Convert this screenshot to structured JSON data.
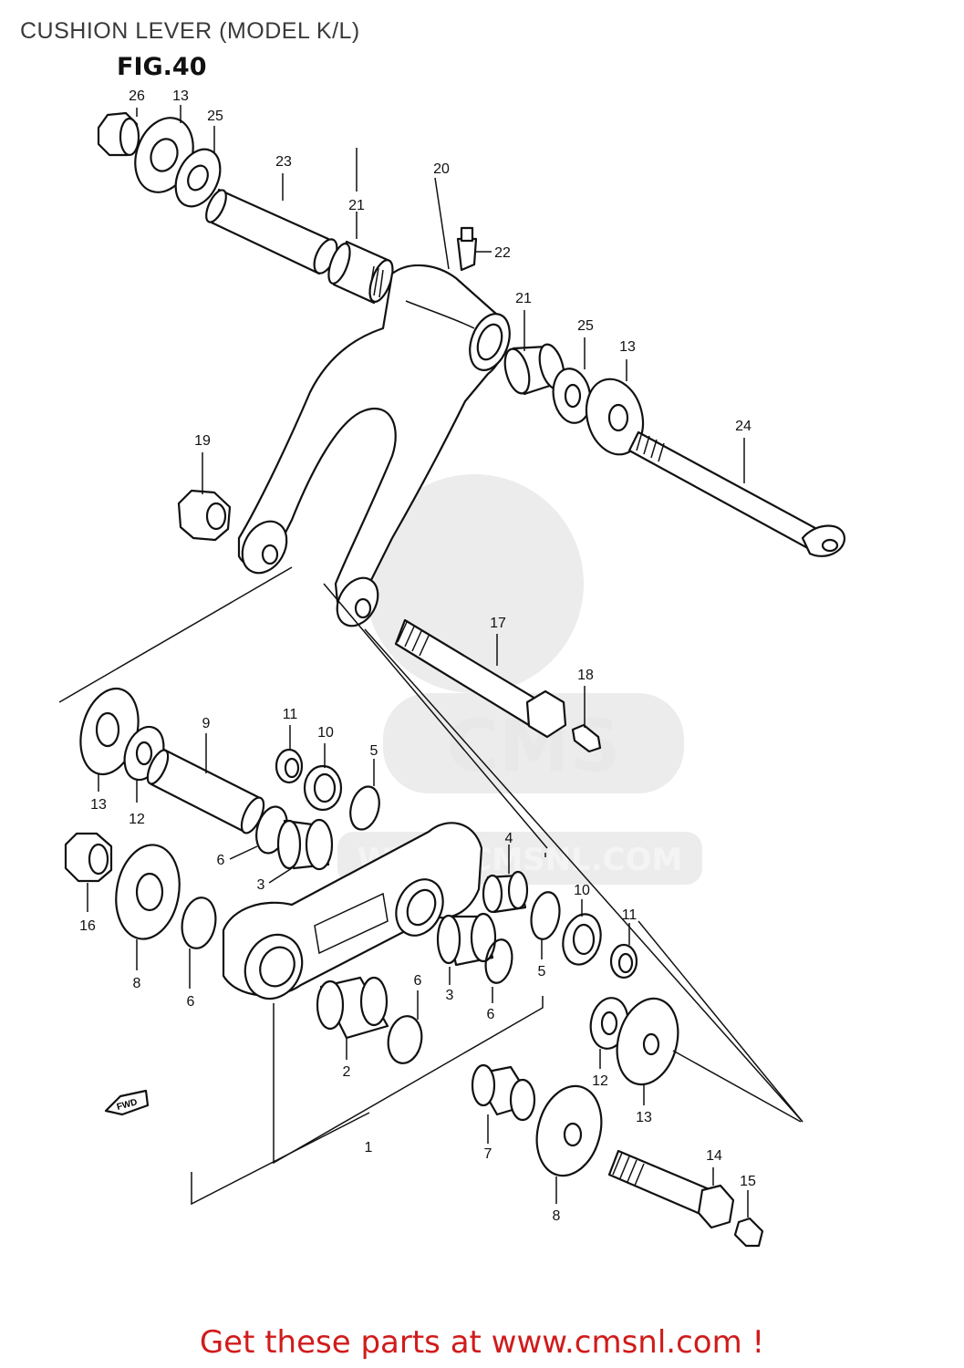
{
  "title": "CUSHION LEVER (MODEL K/L)",
  "figure_label": "FIG.40",
  "fwd_label": "FWD",
  "watermark": {
    "brand": "CMS",
    "url": "WWW.CMSNL.COM"
  },
  "footer": "Get these parts at www.cmsnl.com !",
  "callouts": {
    "c26": "26",
    "c13a": "13",
    "c25a": "25",
    "c23": "23",
    "c20": "20",
    "c21a": "21",
    "c22": "22",
    "c21b": "21",
    "c25b": "25",
    "c13b": "13",
    "c24": "24",
    "c19": "19",
    "c17": "17",
    "c18": "18",
    "c9": "9",
    "c11a": "11",
    "c10a": "10",
    "c5a": "5",
    "c13c": "13",
    "c12a": "12",
    "c6a": "6",
    "c3a": "3",
    "c16": "16",
    "c8a": "8",
    "c6b": "6",
    "c4": "4",
    "c10b": "10",
    "c11b": "11",
    "c5b": "5",
    "c3b": "3",
    "c6c": "6",
    "c6d": "6",
    "c2": "2",
    "c12b": "12",
    "c13d": "13",
    "c7": "7",
    "c1": "1",
    "c14": "14",
    "c15": "15",
    "c8b": "8"
  }
}
